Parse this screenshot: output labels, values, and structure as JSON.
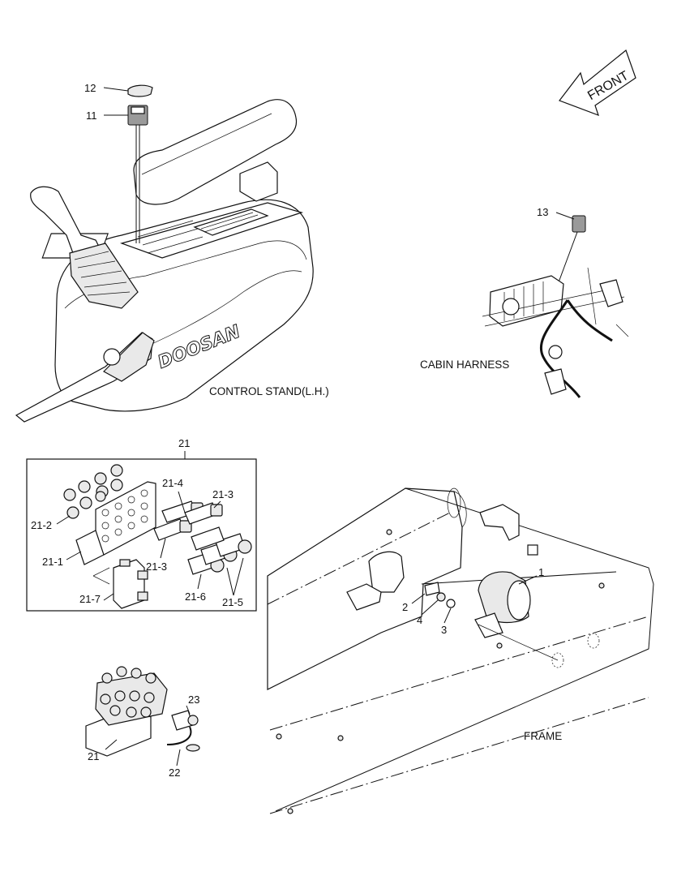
{
  "captions": {
    "control_stand": "CONTROL STAND(L.H.)",
    "cabin_harness": "CABIN HARNESS",
    "frame": "FRAME",
    "front": "FRONT",
    "brand": "DOOSAN"
  },
  "callouts": {
    "c1": "1",
    "c2": "2",
    "c3": "3",
    "c4": "4",
    "c11": "11",
    "c12": "12",
    "c13": "13",
    "c21_top": "21",
    "c21_1": "21-1",
    "c21_2": "21-2",
    "c21_3a": "21-3",
    "c21_3b": "21-3",
    "c21_4": "21-4",
    "c21_5": "21-5",
    "c21_6": "21-6",
    "c21_7": "21-7",
    "c21_bottom": "21",
    "c22": "22",
    "c23": "23"
  }
}
